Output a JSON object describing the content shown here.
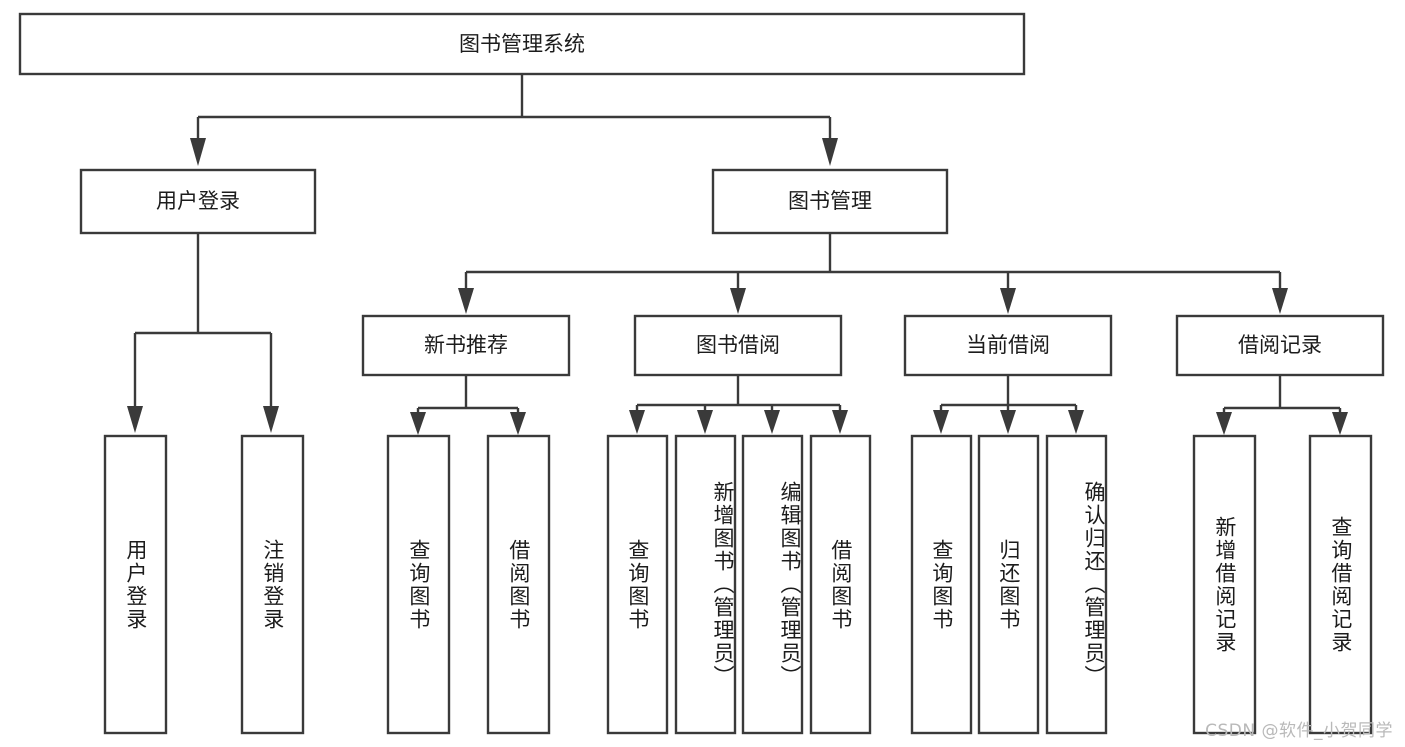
{
  "diagram": {
    "type": "tree",
    "title": "图书管理系统",
    "watermark": "CSDN @软件_小贺同学",
    "style": {
      "box_fill": "#ffffff",
      "box_stroke": "#3a3a3a",
      "text_color": "#1c1c1c",
      "watermark_color": "#b9b9b9",
      "background": "#ffffff"
    },
    "root": {
      "id": "root",
      "label": "图书管理系统"
    },
    "level2": [
      {
        "id": "user-login",
        "label": "用户登录"
      },
      {
        "id": "book-manage",
        "label": "图书管理"
      }
    ],
    "level3": [
      {
        "id": "new-book-rec",
        "label": "新书推荐",
        "parent": "book-manage"
      },
      {
        "id": "book-borrow",
        "label": "图书借阅",
        "parent": "book-manage"
      },
      {
        "id": "current-borrow",
        "label": "当前借阅",
        "parent": "book-manage"
      },
      {
        "id": "borrow-record",
        "label": "借阅记录",
        "parent": "book-manage"
      }
    ],
    "leaves": [
      {
        "id": "leaf-user-login",
        "label": "用户登录",
        "parent": "user-login"
      },
      {
        "id": "leaf-logout",
        "label": "注销登录",
        "parent": "user-login"
      },
      {
        "id": "leaf-query-book-1",
        "label": "查询图书",
        "parent": "new-book-rec"
      },
      {
        "id": "leaf-borrow-book-1",
        "label": "借阅图书",
        "parent": "new-book-rec"
      },
      {
        "id": "leaf-query-book-2",
        "label": "查询图书",
        "parent": "book-borrow"
      },
      {
        "id": "leaf-add-book",
        "label": "新增图书（管理员）",
        "parent": "book-borrow"
      },
      {
        "id": "leaf-edit-book",
        "label": "编辑图书（管理员）",
        "parent": "book-borrow"
      },
      {
        "id": "leaf-borrow-book-2",
        "label": "借阅图书",
        "parent": "book-borrow"
      },
      {
        "id": "leaf-query-book-3",
        "label": "查询图书",
        "parent": "current-borrow"
      },
      {
        "id": "leaf-return-book",
        "label": "归还图书",
        "parent": "current-borrow"
      },
      {
        "id": "leaf-confirm-return",
        "label": "确认归还（管理员）",
        "parent": "current-borrow"
      },
      {
        "id": "leaf-add-record",
        "label": "新增借阅记录",
        "parent": "borrow-record"
      },
      {
        "id": "leaf-query-record",
        "label": "查询借阅记录",
        "parent": "borrow-record"
      }
    ]
  }
}
